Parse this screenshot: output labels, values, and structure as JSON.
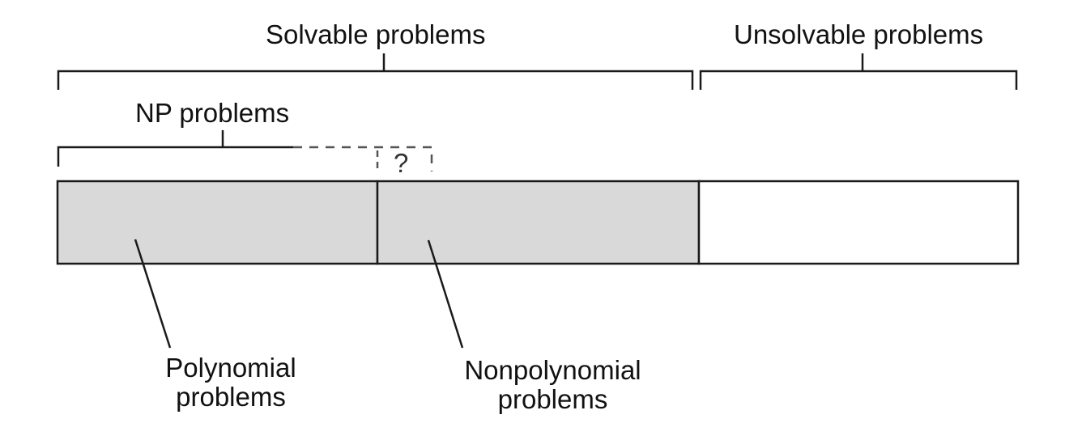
{
  "labels": {
    "solvable": "Solvable problems",
    "unsolvable": "Unsolvable problems",
    "np": "NP problems",
    "question": "?",
    "polynomial": [
      "Polynomial",
      "problems"
    ],
    "nonpolynomial": [
      "Nonpolynomial",
      "problems"
    ]
  },
  "colors": {
    "region_fill": "#d9d9d9",
    "unsolvable_fill": "#ffffff",
    "line": "#1a1a1a",
    "dashed": "#555555"
  }
}
